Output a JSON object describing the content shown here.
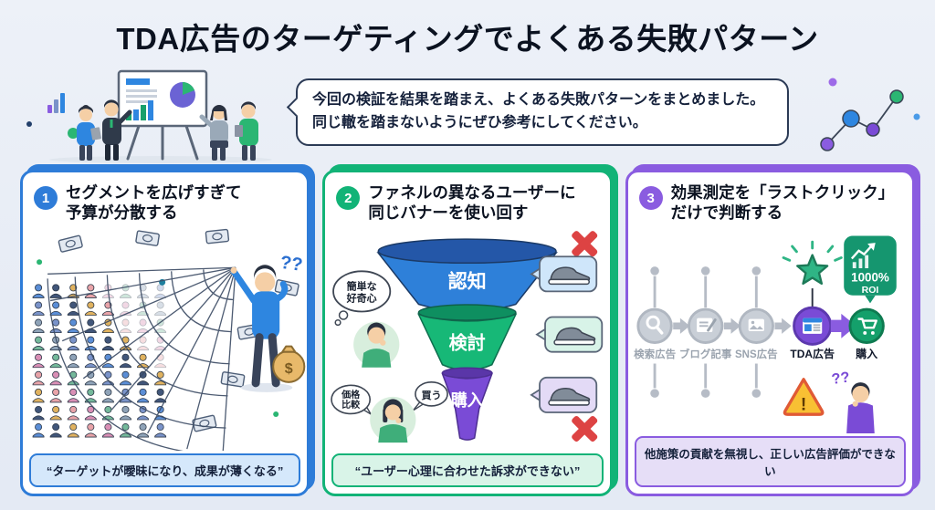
{
  "title": "TDA広告のターゲティングでよくある失敗パターン",
  "intro": {
    "line1": "今回の検証を結果を踏まえ、よくある失敗パターンをまとめました。",
    "line2": "同じ轍を踏まないようにぜひ参考にしてください。"
  },
  "panels": [
    {
      "number": "1",
      "title1": "セグメントを広げすぎて",
      "title2": "予算が分散する",
      "caption": "“ターゲットが曖昧になり、成果が薄くなる”",
      "question_marks": "??",
      "money_symbol": "$"
    },
    {
      "number": "2",
      "title1": "ファネルの異なるユーザーに",
      "title2": "同じバナーを使い回す",
      "caption": "“ユーザー心理に合わせた訴求ができない”",
      "funnel_stages": [
        "認知",
        "検討",
        "購入"
      ],
      "thought_top": [
        "簡単な",
        "好奇心"
      ],
      "thought_price": [
        "価格",
        "比較"
      ],
      "speech_buy": "買う"
    },
    {
      "number": "3",
      "title1": "効果測定を「ラストクリック」",
      "title2": "だけで判断する",
      "caption": "他施策の貢献を無視し、正しい広告評価ができない",
      "journey": [
        "検索広告",
        "ブログ記事",
        "SNS広告",
        "TDA広告",
        "購入"
      ],
      "roi_value": "1000%",
      "roi_label": "ROI",
      "question_marks": "??"
    }
  ],
  "colors": {
    "panel1_accent": "#2e7cd8",
    "panel2_accent": "#12b377",
    "panel3_accent": "#8a5ce0",
    "error_red": "#dd4343",
    "success_green": "#2fb585"
  }
}
